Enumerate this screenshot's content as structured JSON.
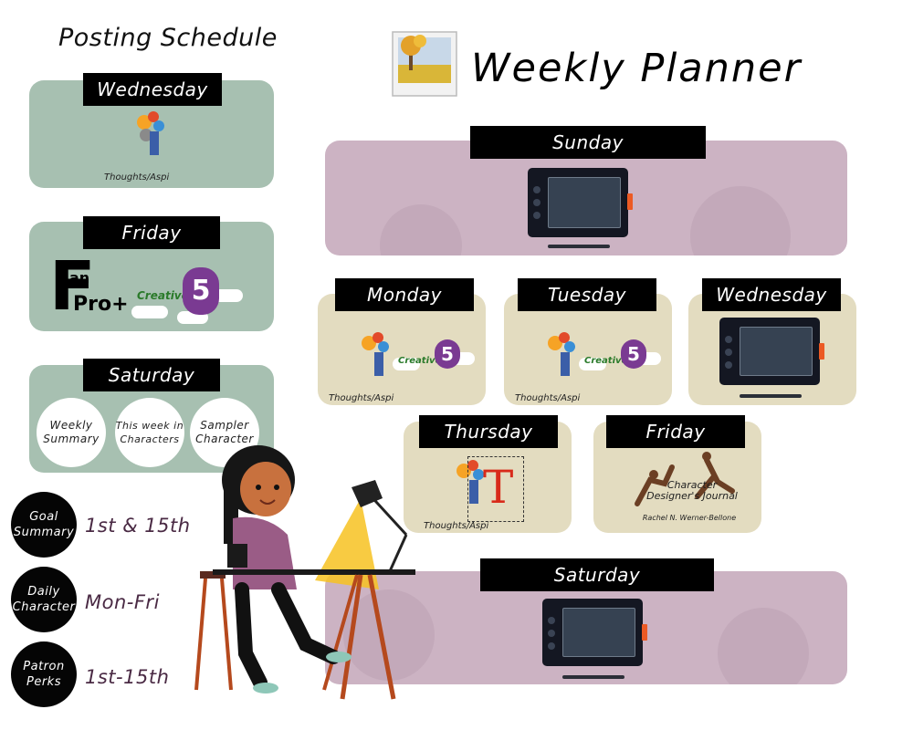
{
  "posting_schedule": {
    "title": "Posting Schedule",
    "wednesday": {
      "label": "Wednesday",
      "logo_text": "Thoughts/Aspi"
    },
    "friday": {
      "label": "Friday",
      "fanpro_f": "F",
      "fanpro_an": "an",
      "fanpro_pro": "Pro+",
      "creative_word": "Creative",
      "creative_num": "5"
    },
    "saturday": {
      "label": "Saturday",
      "circles": [
        "Weekly Summary",
        "This week in Characters",
        "Sampler Character"
      ]
    }
  },
  "schedule_items": [
    {
      "label": "Goal Summary",
      "value": "1st & 15th"
    },
    {
      "label": "Daily Character",
      "value": "Mon-Fri"
    },
    {
      "label": "Patron Perks",
      "value": "1st-15th"
    }
  ],
  "planner": {
    "title": "Weekly Planner",
    "sunday": {
      "label": "Sunday"
    },
    "monday": {
      "label": "Monday",
      "logo_text": "Thoughts/Aspi",
      "creative_word": "Creative",
      "creative_num": "5"
    },
    "tuesday": {
      "label": "Tuesday",
      "logo_text": "Thoughts/Aspi",
      "creative_word": "Creative",
      "creative_num": "5"
    },
    "wednesday": {
      "label": "Wednesday"
    },
    "thursday": {
      "label": "Thursday",
      "logo_text": "Thoughts/Aspi",
      "letter": "T"
    },
    "friday": {
      "label": "Friday",
      "journal": "Character Designer's Journal",
      "journal_author": "Rachel N. Werner-Bellone"
    },
    "saturday": {
      "label": "Saturday"
    }
  },
  "icons": {
    "photo": "photo-icon",
    "tablet": "drawing-tablet-icon",
    "illustration": "artist-at-desk-illustration"
  },
  "colors": {
    "green_card": "#a7c0b1",
    "purple_card": "#ccb3c3",
    "tan_card": "#e3dcc0",
    "label_bg": "#000000",
    "accent_orange": "#ec5a24"
  }
}
